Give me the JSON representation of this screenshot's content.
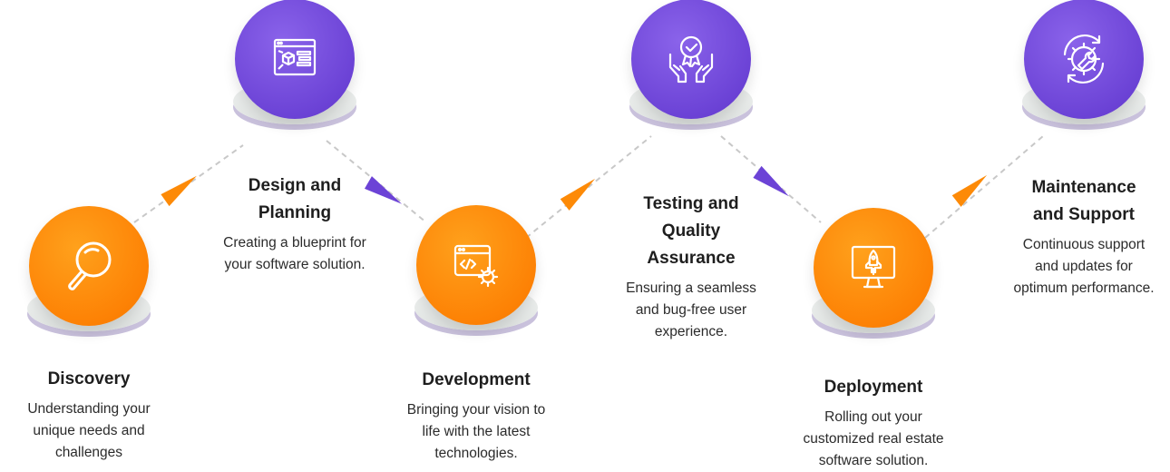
{
  "colors": {
    "orange": "#fd8205",
    "purple": "#6c43d6",
    "pedestal": "#e4e7e5",
    "pedestal_rim": "#c9c1dc",
    "connector": "#c8c8c8"
  },
  "steps": [
    {
      "title": "Discovery",
      "description": "Understanding your\nunique needs and\nchallenges",
      "icon": "magnifier-icon",
      "color": "orange"
    },
    {
      "title": "Design and\nPlanning",
      "description": "Creating a blueprint for\nyour software solution.",
      "icon": "blueprint-icon",
      "color": "purple"
    },
    {
      "title": "Development",
      "description": "Bringing your vision to\nlife with the latest\ntechnologies.",
      "icon": "code-gear-icon",
      "color": "orange"
    },
    {
      "title": "Testing and\nQuality\nAssurance",
      "description": "Ensuring a seamless\nand bug-free user\nexperience.",
      "icon": "quality-badge-icon",
      "color": "purple"
    },
    {
      "title": "Deployment",
      "description": "Rolling out your\ncustomized real estate\nsoftware solution.",
      "icon": "rocket-monitor-icon",
      "color": "orange"
    },
    {
      "title": "Maintenance\nand Support",
      "description": "Continuous support\nand updates for\noptimum performance.",
      "icon": "wrench-gear-icon",
      "color": "purple"
    }
  ]
}
